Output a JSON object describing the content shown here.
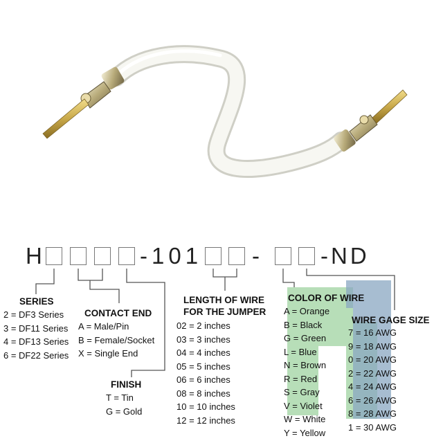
{
  "part_number": {
    "prefix": "H",
    "mid": "-101",
    "sep": "-",
    "suffix": "-ND"
  },
  "series": {
    "title": "SERIES",
    "items": [
      "2 = DF3 Series",
      "3 = DF11 Series",
      "4 = DF13 Series",
      "6 = DF22 Series"
    ]
  },
  "contact_end": {
    "title": "CONTACT END",
    "items": [
      "A = Male/Pin",
      "B = Female/Socket",
      "X = Single End"
    ]
  },
  "finish": {
    "title": "FINISH",
    "items": [
      "T = Tin",
      "G = Gold"
    ]
  },
  "length": {
    "title_line1": "LENGTH OF WIRE",
    "title_line2": "FOR THE JUMPER",
    "items": [
      "02 = 2 inches",
      "03 = 3 inches",
      "04 = 4 inches",
      "05 = 5 inches",
      "06 = 6 inches",
      "08 = 8 inches",
      "10 = 10 inches",
      "12 = 12 inches"
    ]
  },
  "color": {
    "title": "COLOR OF WIRE",
    "items": [
      "A = Orange",
      "B = Black",
      "G = Green",
      "L = Blue",
      "N = Brown",
      "R = Red",
      "S = Gray",
      "V = Violet",
      "W = White",
      "Y = Yellow"
    ]
  },
  "gage": {
    "title": "WIRE GAGE SIZE",
    "items": [
      "7 = 16 AWG",
      "9 = 18 AWG",
      "0 = 20 AWG",
      "2 = 22 AWG",
      "4 = 24 AWG",
      "6 = 26 AWG",
      "8 = 28 AWG",
      "1 = 30 AWG"
    ]
  },
  "colors": {
    "wire": "#f4f4ee",
    "pin": "#c9a94a",
    "connector_line": "#555555",
    "watermark_green": "#9fd3a0",
    "watermark_blue": "#8aa7c2"
  }
}
